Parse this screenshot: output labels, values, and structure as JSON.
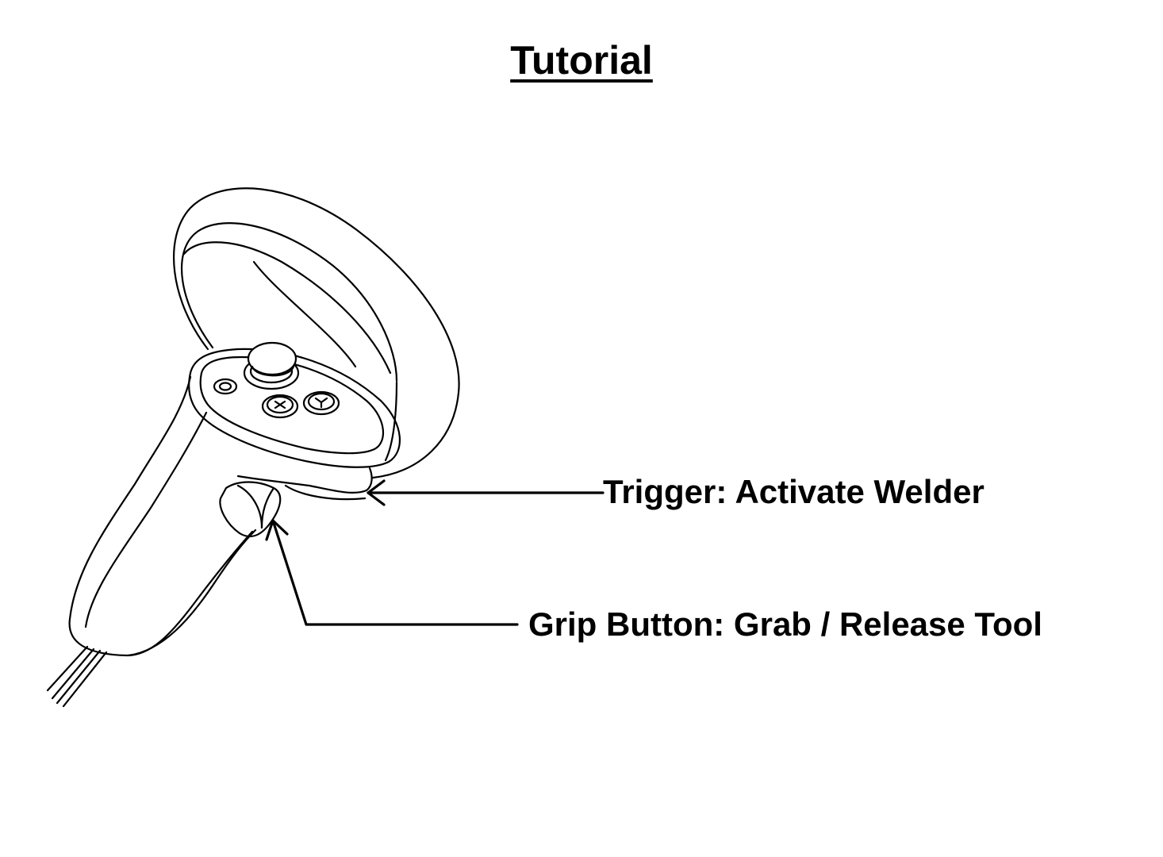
{
  "title": "Tutorial",
  "callouts": {
    "trigger": "Trigger: Activate Welder",
    "grip": "Grip Button: Grab / Release Tool"
  },
  "button_glyphs": {
    "x_button": "X",
    "y_button": "Y"
  },
  "colors": {
    "background": "#ffffff",
    "ink": "#000000"
  }
}
